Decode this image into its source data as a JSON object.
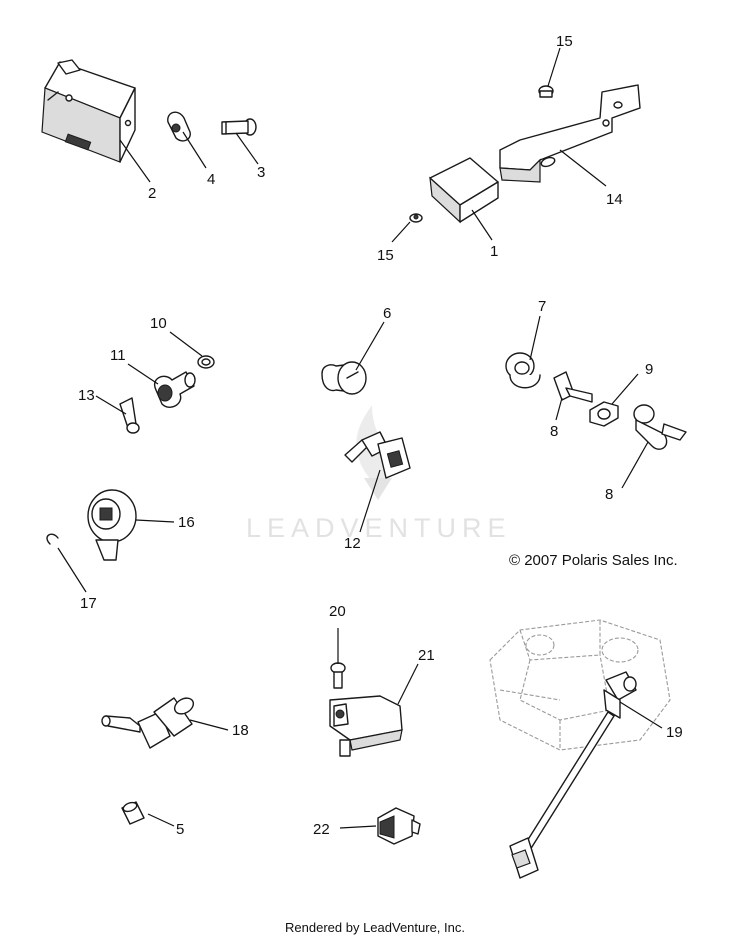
{
  "diagram": {
    "copyright": "© 2007 Polaris Sales Inc.",
    "footer": "Rendered by LeadVenture, Inc.",
    "watermark": "LEADVENTURE",
    "callouts": {
      "c1": "1",
      "c2": "2",
      "c3": "3",
      "c4": "4",
      "c5": "5",
      "c6": "6",
      "c7": "7",
      "c8a": "8",
      "c8b": "8",
      "c9": "9",
      "c10": "10",
      "c11": "11",
      "c12": "12",
      "c13": "13",
      "c14": "14",
      "c15a": "15",
      "c15b": "15",
      "c16": "16",
      "c17": "17",
      "c18": "18",
      "c19": "19",
      "c20": "20",
      "c21": "21",
      "c22": "22"
    }
  }
}
